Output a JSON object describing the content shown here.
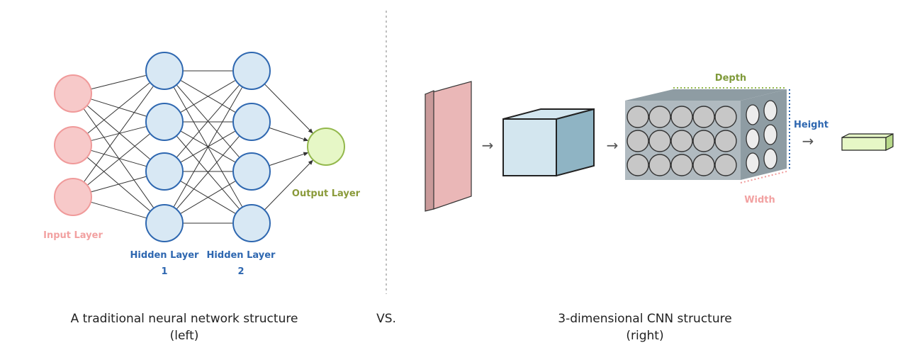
{
  "colors": {
    "input_fill": "#f7c9c9",
    "input_stroke": "#f09a9a",
    "hidden_fill": "#d8e8f4",
    "hidden_stroke": "#2e67b0",
    "output_fill": "#e6f7c6",
    "output_stroke": "#93b84c",
    "edge": "#333333",
    "input_label": "#f2a1a1",
    "hidden_label": "#2e67b0",
    "output_label": "#8a9a3a",
    "depth_label": "#7f9a3a",
    "height_label": "#2e67b0",
    "width_label": "#f2a1a1",
    "rect_front": "#c99a9a",
    "rect_side": "#eab7b7",
    "cube_front": "#d3e6ef",
    "cube_side": "#8fb4c4",
    "volume_front": "#b0bac0",
    "volume_side": "#8e9ca3",
    "final_front": "#e6f7c6",
    "final_side": "#b8d98a"
  },
  "left_network": {
    "input_label": "Input Layer",
    "hidden1_label": [
      "Hidden Layer",
      "1"
    ],
    "hidden2_label": [
      "Hidden Layer",
      "2"
    ],
    "output_label": "Output Layer",
    "layer_sizes": [
      3,
      4,
      4,
      1
    ]
  },
  "cnn": {
    "depth_label": "Depth",
    "height_label": "Height",
    "width_label": "Width",
    "arrow_glyph": "→"
  },
  "captions": {
    "left": [
      "A traditional neural network structure",
      "(left)"
    ],
    "vs": "VS.",
    "right": [
      "3-dimensional CNN structure",
      "(right)"
    ]
  }
}
